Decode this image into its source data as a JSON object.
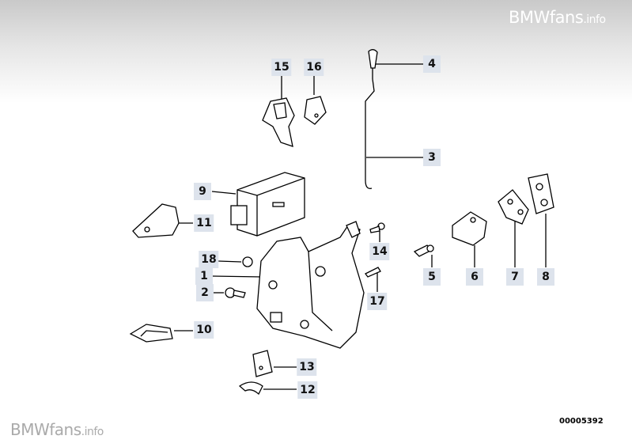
{
  "watermark_top": {
    "brand": "BMWfans",
    "suffix": ".info"
  },
  "watermark_bottom": {
    "brand": "BMWfans",
    "suffix": ".info"
  },
  "diagram_number": "00005392",
  "callouts": [
    "15",
    "16",
    "4",
    "3",
    "9",
    "11",
    "14",
    "5",
    "6",
    "7",
    "8",
    "18",
    "1",
    "2",
    "17",
    "10",
    "13",
    "12"
  ]
}
